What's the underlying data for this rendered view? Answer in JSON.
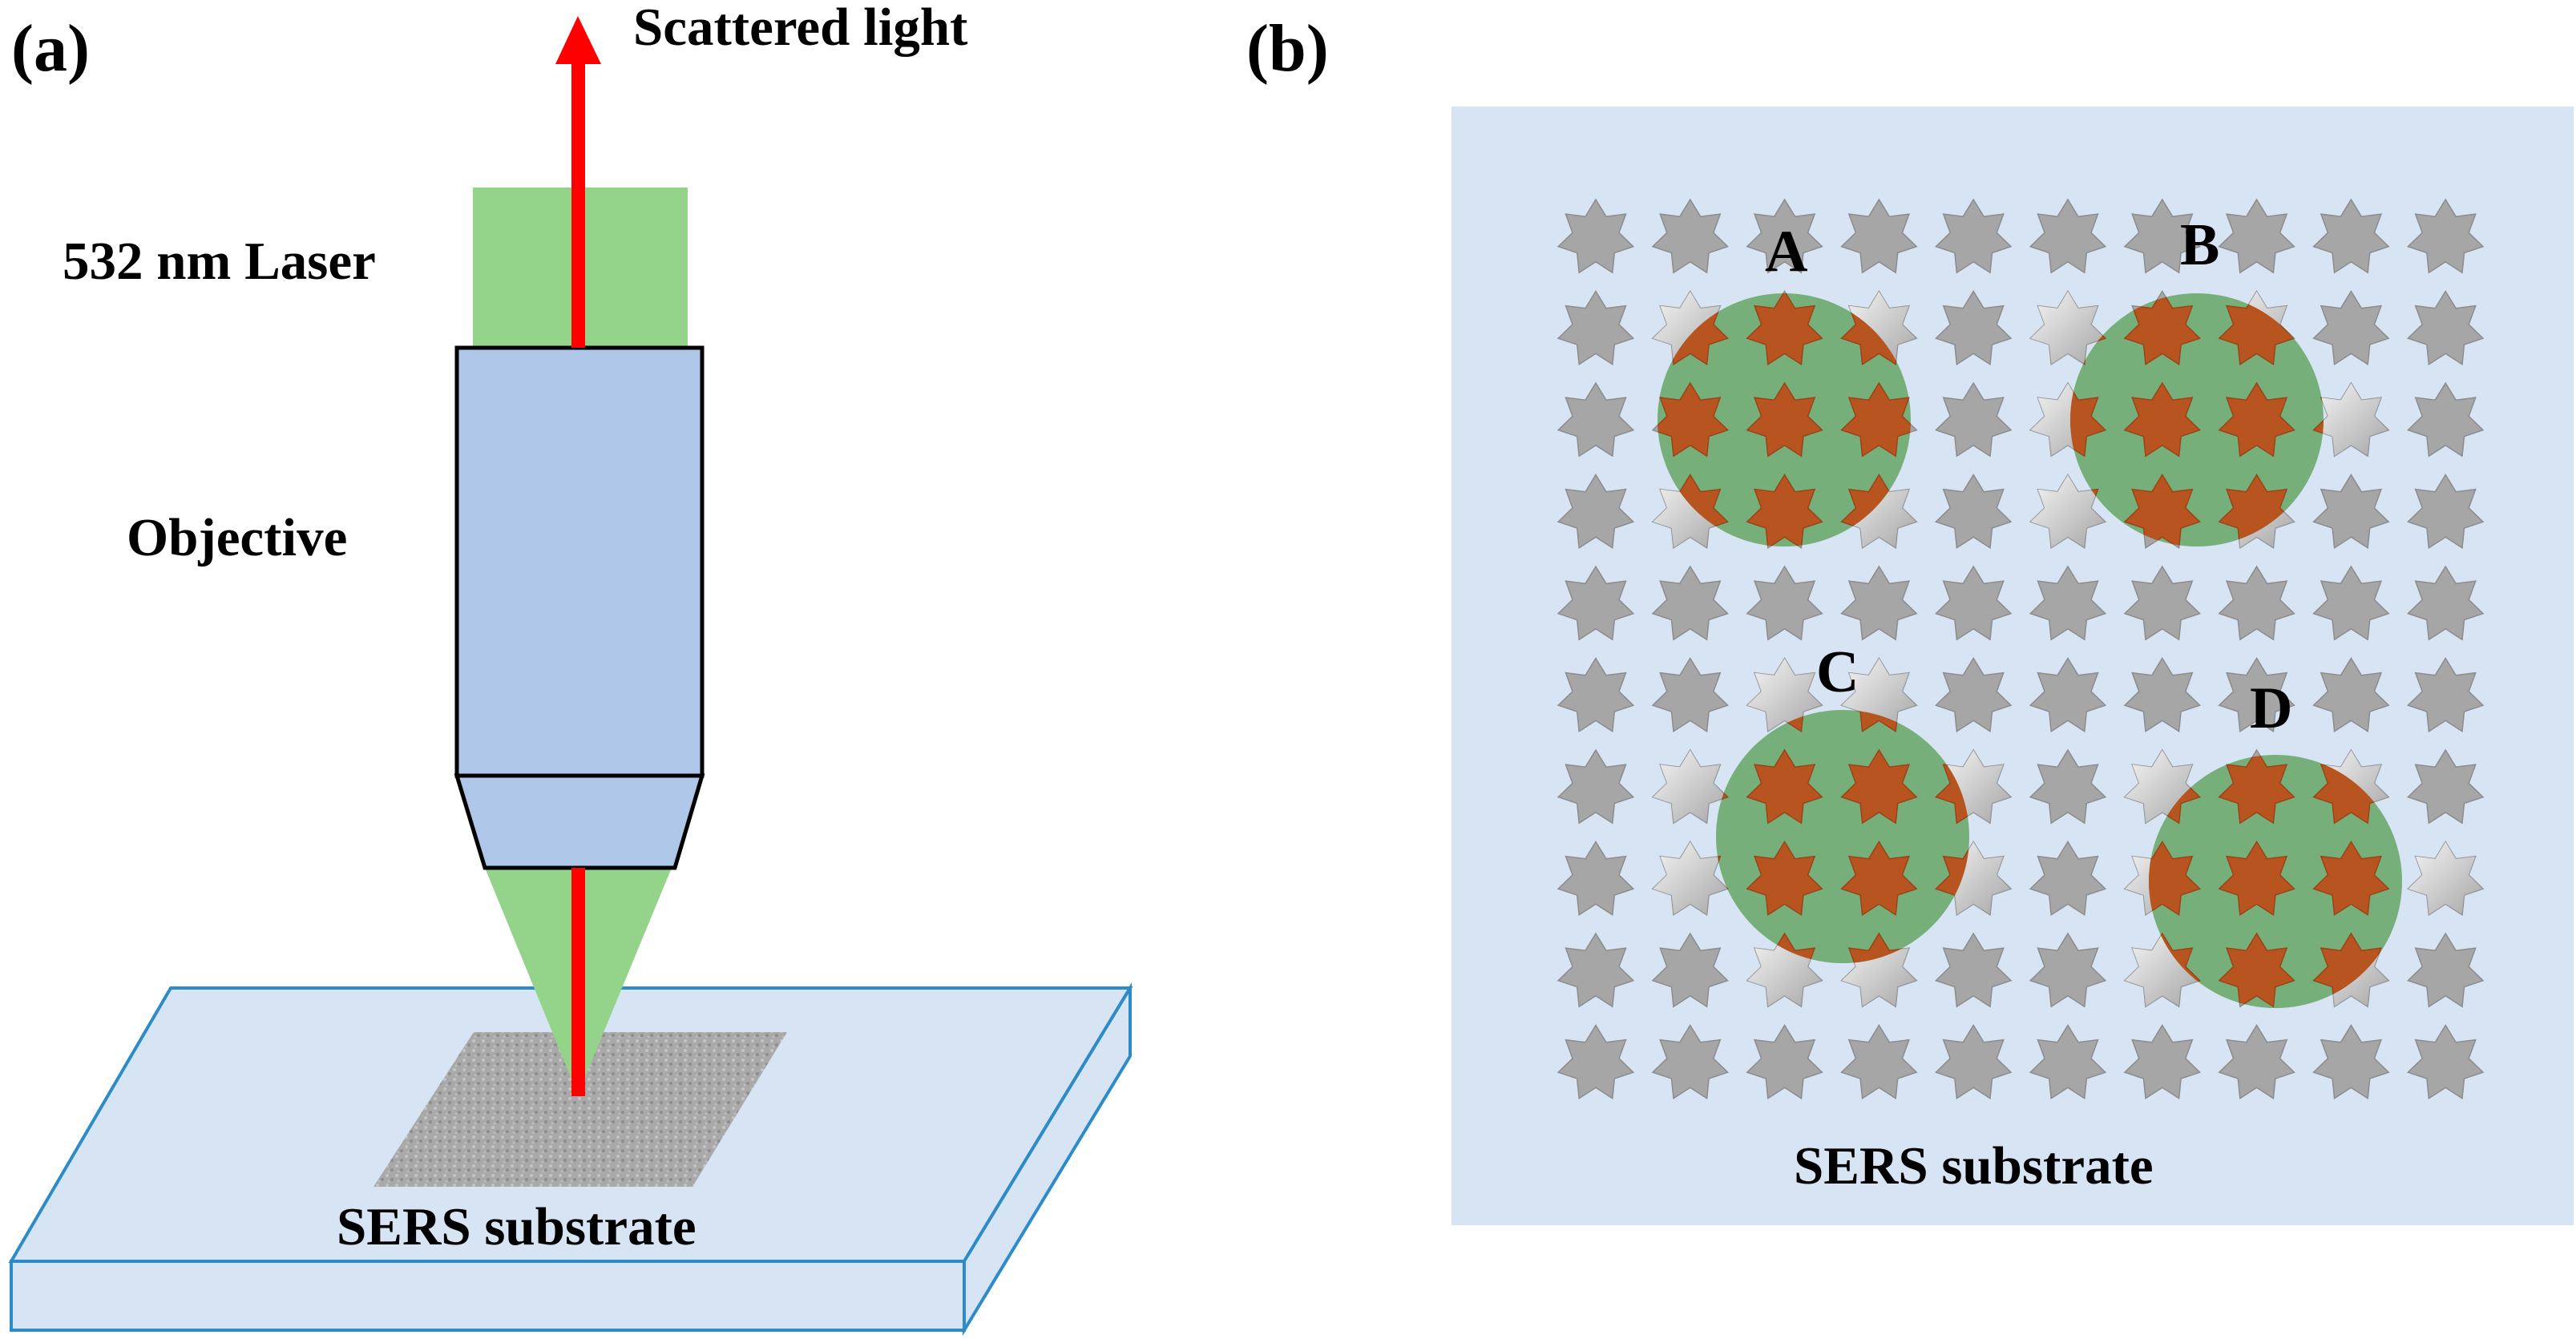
{
  "panel_a": {
    "label": "(a)",
    "scattered_light_label": "Scattered light",
    "laser_label": "532 nm Laser",
    "objective_label": "Objective",
    "substrate_label": "SERS substrate"
  },
  "panel_b": {
    "label": "(b)",
    "substrate_label": "SERS substrate",
    "spots": [
      {
        "label": "A"
      },
      {
        "label": "B"
      },
      {
        "label": "C"
      },
      {
        "label": "D"
      }
    ]
  },
  "colors": {
    "laser_green": "#93d48a",
    "scattered_red": "#ff0000",
    "objective_blue": "#aec6e8",
    "substrate_fill": "#d6e4f4",
    "substrate_edge": "#2e8bc9",
    "panel_b_background": "#d6e4f4",
    "star_gray": "#a6a6a6",
    "spot_green": "#6fab6f",
    "star_hot": "#b85420"
  }
}
